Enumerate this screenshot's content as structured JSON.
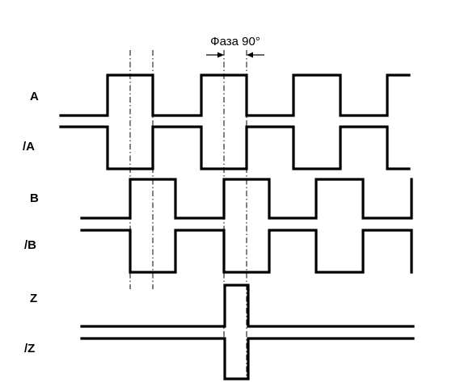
{
  "annotation": {
    "phase_label": "Фаза 90°"
  },
  "signals": [
    {
      "id": "A",
      "label": "A"
    },
    {
      "id": "nA",
      "label": "/A"
    },
    {
      "id": "B",
      "label": "B"
    },
    {
      "id": "nB",
      "label": "/B"
    },
    {
      "id": "Z",
      "label": "Z"
    },
    {
      "id": "nZ",
      "label": "/Z"
    }
  ]
}
